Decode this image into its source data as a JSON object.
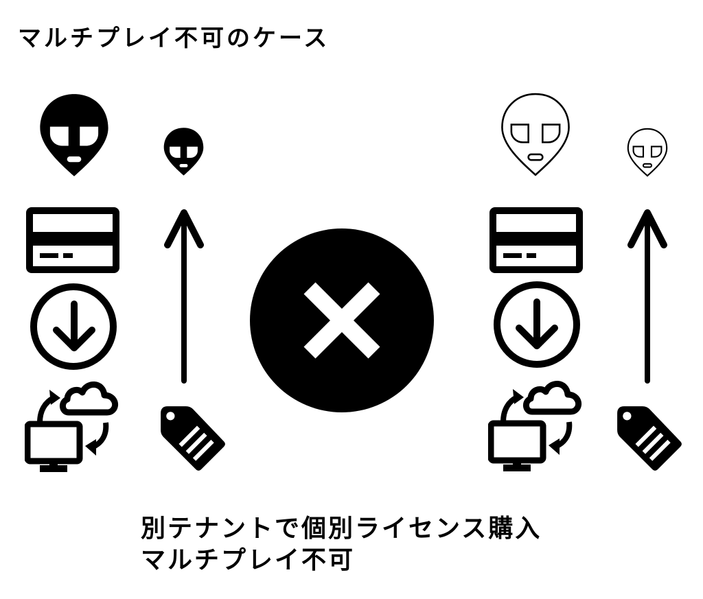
{
  "title": "マルチプレイ不可のケース",
  "caption": {
    "line1": "別テナントで個別ライセンス購入",
    "line2": "マルチプレイ不可"
  },
  "colors": {
    "foreground": "#000000",
    "background": "#ffffff"
  },
  "left_group": {
    "user_icon_large": "alien-filled-icon",
    "user_icon_small": "alien-filled-icon",
    "steps": [
      "credit-card-icon",
      "download-circle-icon",
      "cloud-sync-monitor-icon"
    ],
    "arrow": "arrow-up-icon",
    "license": "price-tag-icon"
  },
  "right_group": {
    "user_icon_large": "alien-outline-icon",
    "user_icon_small": "alien-outline-icon",
    "steps": [
      "credit-card-icon",
      "download-circle-icon",
      "cloud-sync-monitor-icon"
    ],
    "arrow": "arrow-up-icon",
    "license": "price-tag-icon"
  },
  "center": {
    "icon": "x-circle-icon",
    "meaning": "not-allowed"
  }
}
